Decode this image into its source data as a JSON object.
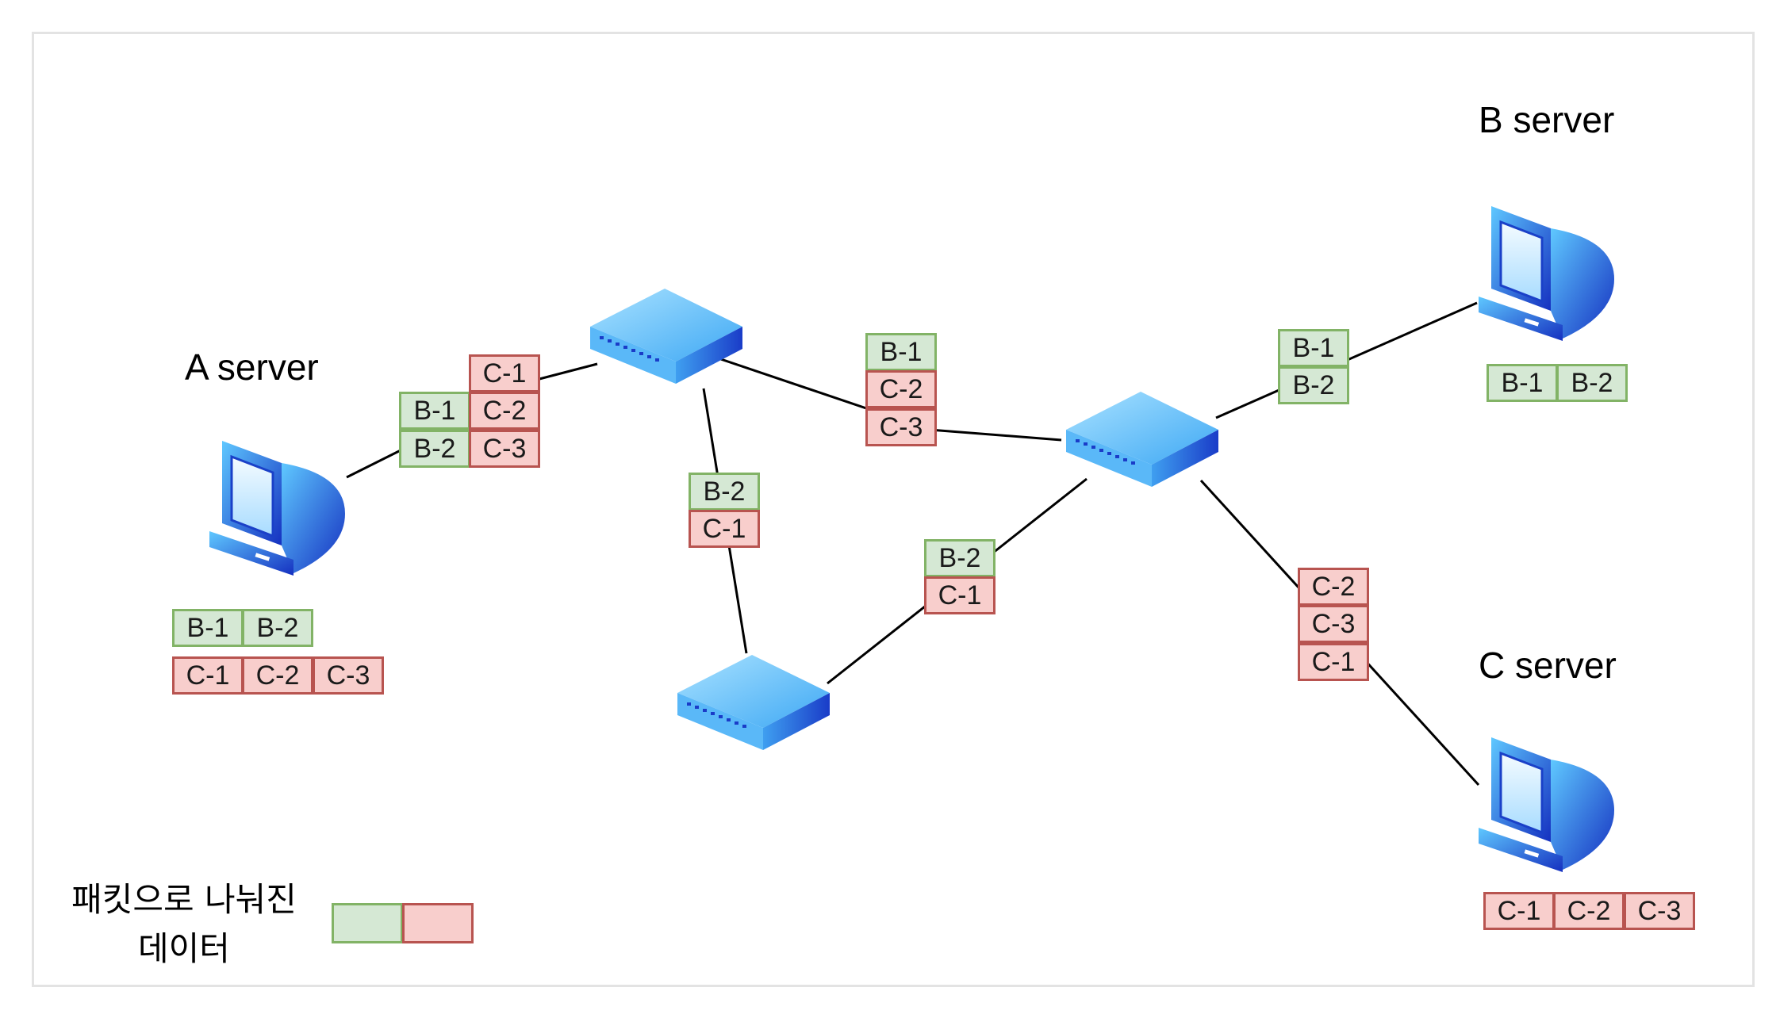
{
  "labels": {
    "a_server": "A server",
    "b_server": "B server",
    "c_server": "C server"
  },
  "legend": {
    "line1": "패킷으로 나눠진",
    "line2": "데이터",
    "colors": {
      "green_fill": "#d5e8d4",
      "green_border": "#82b366",
      "red_fill": "#f8cecc",
      "red_border": "#b85450"
    }
  },
  "packets": {
    "a_stack_b1": "B-1",
    "a_stack_b2": "B-2",
    "a_stack_c1": "C-1",
    "a_stack_c2": "C-2",
    "a_stack_c3": "C-3",
    "a_data_b1": "B-1",
    "a_data_b2": "B-2",
    "a_data_c1": "C-1",
    "a_data_c2": "C-2",
    "a_data_c3": "C-3",
    "top_mid_b1": "B-1",
    "top_mid_c2": "C-2",
    "top_mid_c3": "C-3",
    "left_vert_b2": "B-2",
    "left_vert_c1": "C-1",
    "low_mid_b2": "B-2",
    "low_mid_c1": "C-1",
    "b_link_b1": "B-1",
    "b_link_b2": "B-2",
    "b_data_b1": "B-1",
    "b_data_b2": "B-2",
    "c_link_c2": "C-2",
    "c_link_c3": "C-3",
    "c_link_c1": "C-1",
    "c_data_c1": "C-1",
    "c_data_c2": "C-2",
    "c_data_c3": "C-3"
  },
  "icons": {
    "computer": "computer-icon",
    "switch": "network-switch-icon"
  }
}
